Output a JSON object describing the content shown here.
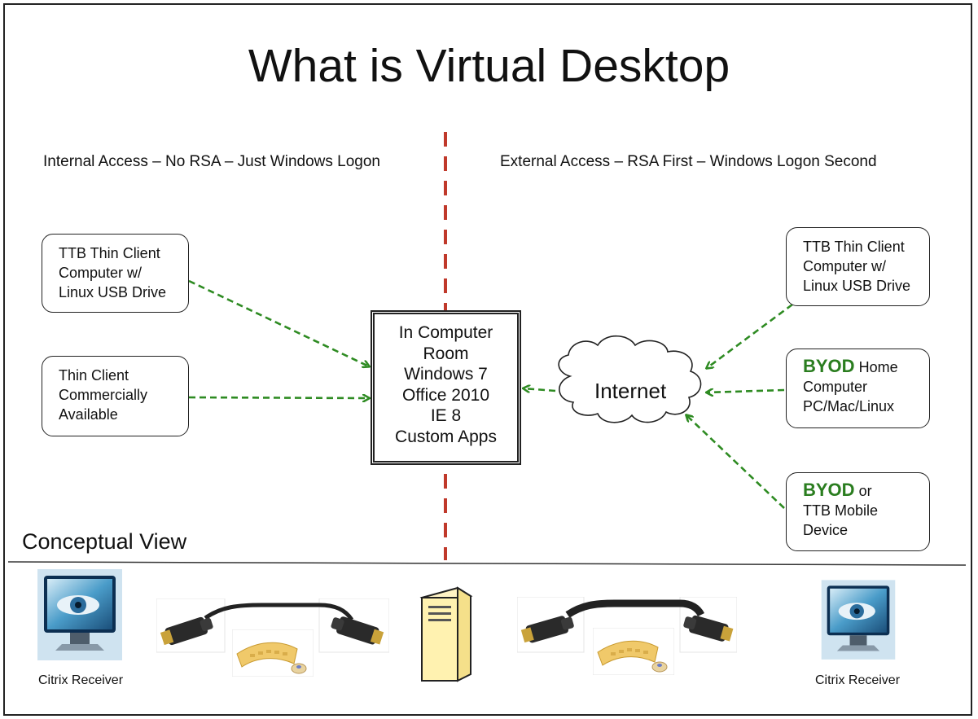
{
  "title": "What is Virtual Desktop",
  "internal_heading": "Internal Access – No RSA – Just Windows Logon",
  "external_heading": "External Access – RSA First – Windows Logon Second",
  "left_boxes": [
    {
      "lines": [
        "TTB Thin Client",
        "Computer w/",
        "Linux USB Drive"
      ]
    },
    {
      "lines": [
        "Thin Client",
        "Commercially",
        "Available"
      ]
    }
  ],
  "center_box": {
    "lines": [
      "In Computer",
      "Room",
      "Windows 7",
      "Office 2010",
      "IE 8",
      "Custom Apps"
    ]
  },
  "internet_label": "Internet",
  "right_boxes": [
    {
      "lines": [
        "TTB Thin Client",
        "Computer w/",
        "Linux USB Drive"
      ]
    },
    {
      "byod": "BYOD",
      "rest": " Home",
      "lines": [
        "Computer",
        "PC/Mac/Linux"
      ]
    },
    {
      "byod": "BYOD",
      "rest": " or",
      "lines": [
        "TTB Mobile",
        "Device"
      ]
    }
  ],
  "conceptual_view": "Conceptual View",
  "captions": {
    "left": "Citrix Receiver",
    "right": "Citrix Receiver"
  },
  "colors": {
    "arrow": "#2e8b22",
    "divider": "#c0392b",
    "byod": "#2a7d1f"
  },
  "icons": [
    "monitor-eye-icon",
    "dvi-cable-icon",
    "keyboard-mouse-icon",
    "server-tower-icon"
  ]
}
